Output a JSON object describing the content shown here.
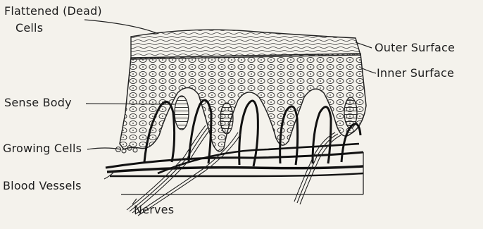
{
  "labels": {
    "flattened_cells_line1": "Flattened (Dead)",
    "flattened_cells_line2": "Cells",
    "outer_surface": "Outer Surface",
    "inner_surface": "Inner Surface",
    "sense_body": "Sense Body",
    "growing_cells": "Growing Cells",
    "blood_vessels": "Blood Vessels",
    "nerves": "Nerves"
  },
  "colors": {
    "background": "#f4f2ec",
    "ink": "#1d1d1d"
  }
}
